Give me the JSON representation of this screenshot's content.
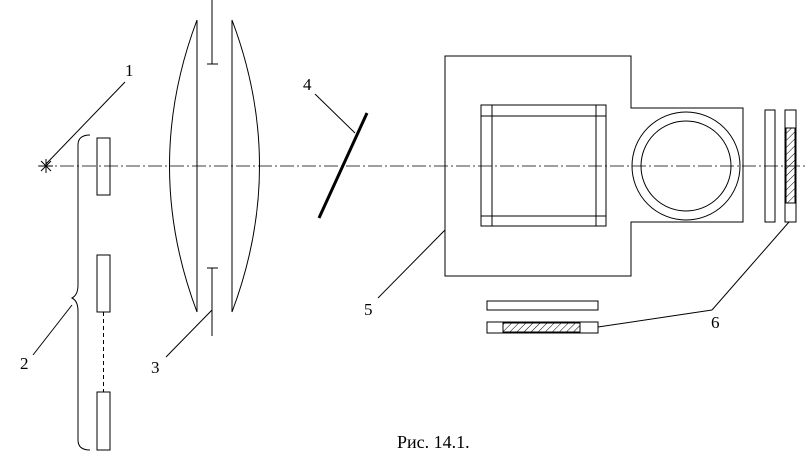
{
  "labels": {
    "l1": "1",
    "l2": "2",
    "l3": "3",
    "l4": "4",
    "l5": "5",
    "l6": "6"
  },
  "caption": "Рис. 14.1."
}
